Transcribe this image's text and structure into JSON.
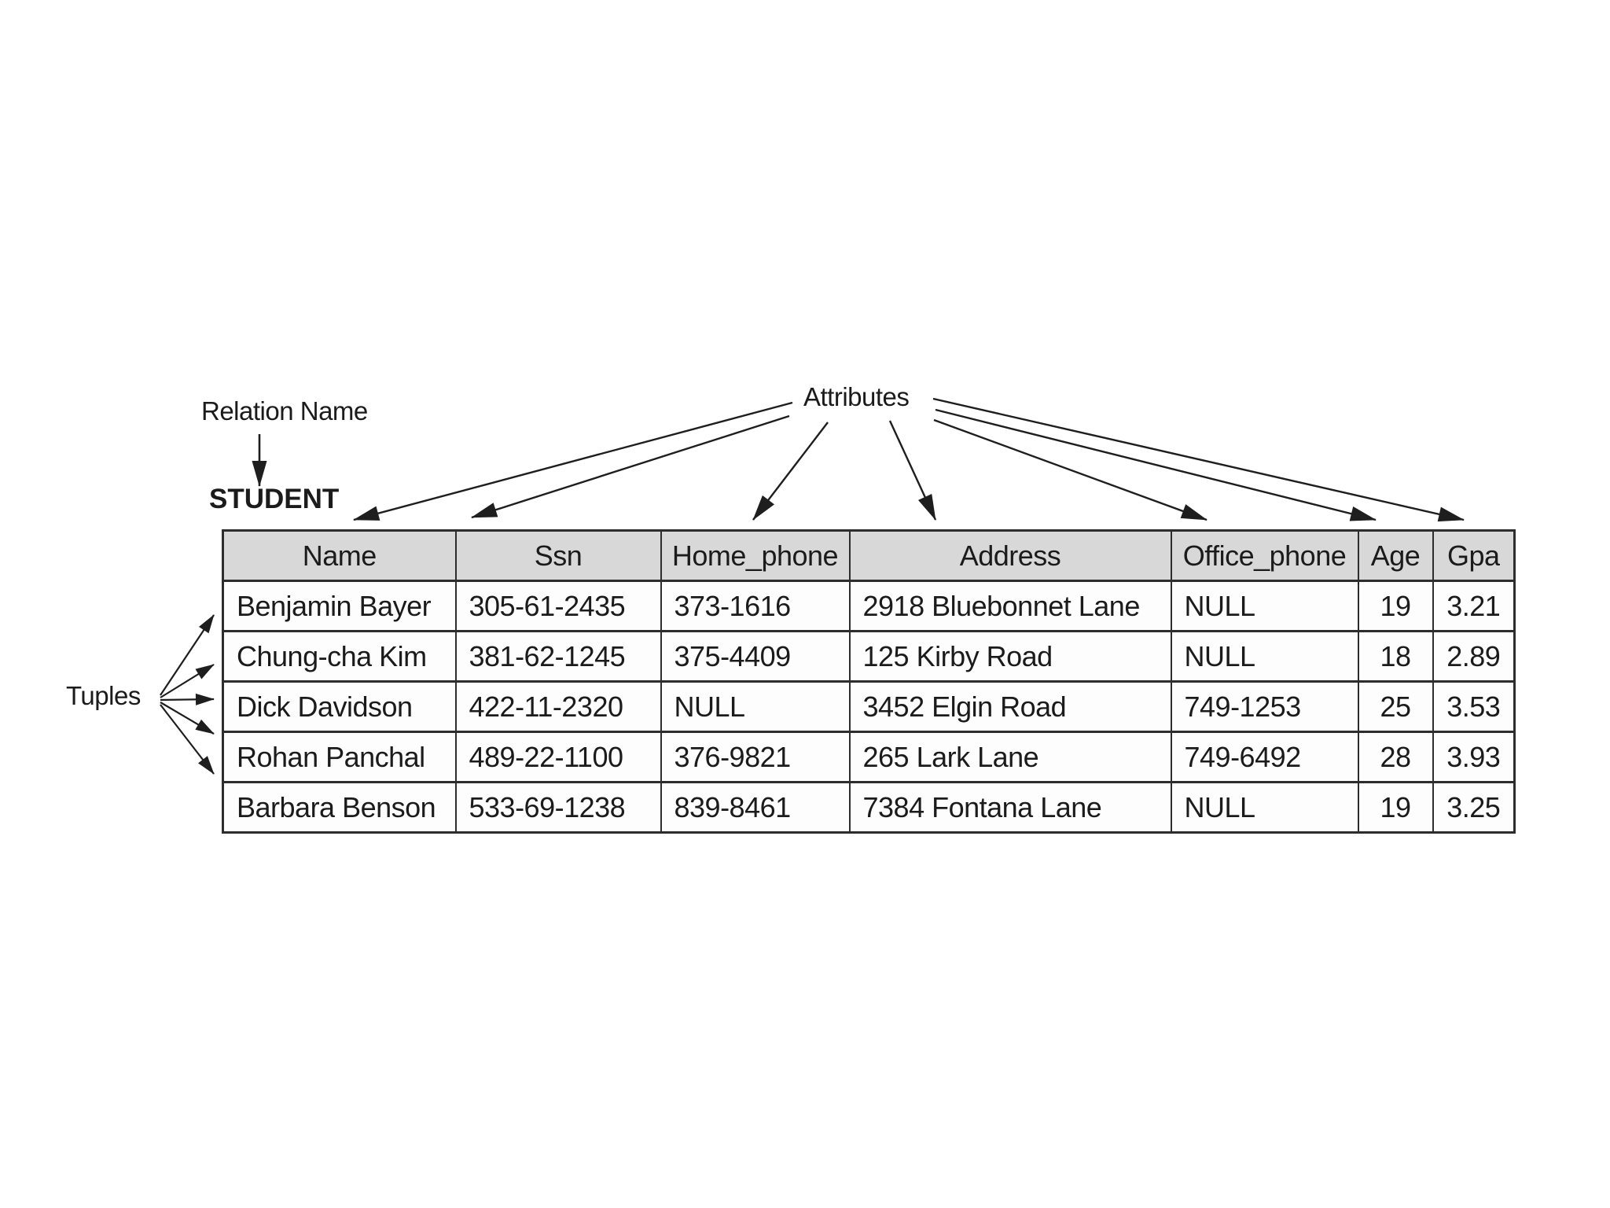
{
  "figure": {
    "relation_name_label": "Relation Name",
    "relation_name": "STUDENT",
    "attributes_label": "Attributes",
    "tuples_label": "Tuples"
  },
  "table": {
    "columns": [
      "Name",
      "Ssn",
      "Home_phone",
      "Address",
      "Office_phone",
      "Age",
      "Gpa"
    ],
    "rows": [
      [
        "Benjamin Bayer",
        "305-61-2435",
        "373-1616",
        "2918 Bluebonnet Lane",
        "NULL",
        "19",
        "3.21"
      ],
      [
        "Chung-cha Kim",
        "381-62-1245",
        "375-4409",
        "125 Kirby Road",
        "NULL",
        "18",
        "2.89"
      ],
      [
        "Dick Davidson",
        "422-11-2320",
        "NULL",
        "3452 Elgin Road",
        "749-1253",
        "25",
        "3.53"
      ],
      [
        "Rohan Panchal",
        "489-22-1100",
        "376-9821",
        "265 Lark Lane",
        "749-6492",
        "28",
        "3.93"
      ],
      [
        "Barbara Benson",
        "533-69-1238",
        "839-8461",
        "7384 Fontana Lane",
        "NULL",
        "19",
        "3.25"
      ]
    ],
    "null_value": "NULL"
  },
  "colors": {
    "background": "#ffffff",
    "header_bg": "#d8d8d8",
    "border": "#2d2d2d",
    "text": "#1b1b1b",
    "arrow": "#1e1e1e"
  }
}
